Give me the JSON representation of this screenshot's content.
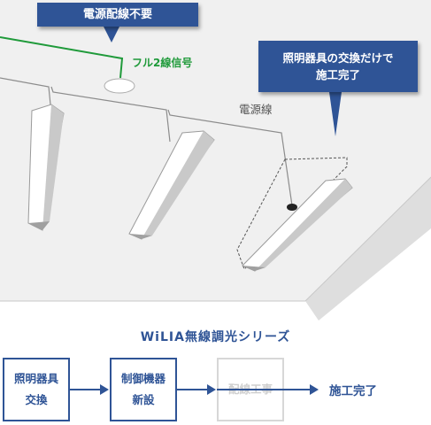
{
  "callouts": {
    "no_power_wiring": "電源配線不要",
    "replace_only": "照明器具の交換だけで\n施工完了"
  },
  "labels": {
    "full2_signal": "フル2線信号",
    "power_line": "電源線"
  },
  "series_title": "WiLIA無線調光シリーズ",
  "steps": [
    {
      "line1": "照明器具",
      "line2": "交換"
    },
    {
      "line1": "制御機器",
      "line2": "新設"
    },
    {
      "line1": "配線工事",
      "line2": ""
    }
  ],
  "final_label": "施工完了",
  "colors": {
    "accent_blue": "#2f5496",
    "signal_green": "#1f9a3a",
    "disabled_gray": "#d7d7d7"
  }
}
